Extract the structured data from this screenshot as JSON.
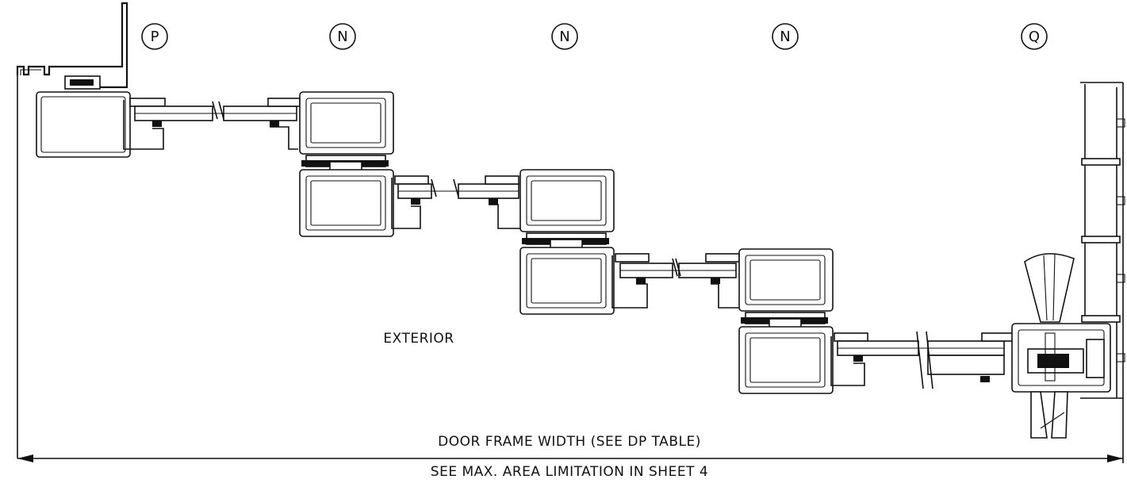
{
  "callouts": [
    "P",
    "N",
    "N",
    "N",
    "Q"
  ],
  "exterior_label": "EXTERIOR",
  "dimension": {
    "label": "DOOR FRAME WIDTH (SEE DP TABLE)",
    "note": "SEE MAX. AREA LIMITATION IN SHEET 4"
  },
  "colors": {
    "line": "#111111",
    "background": "#ffffff"
  }
}
